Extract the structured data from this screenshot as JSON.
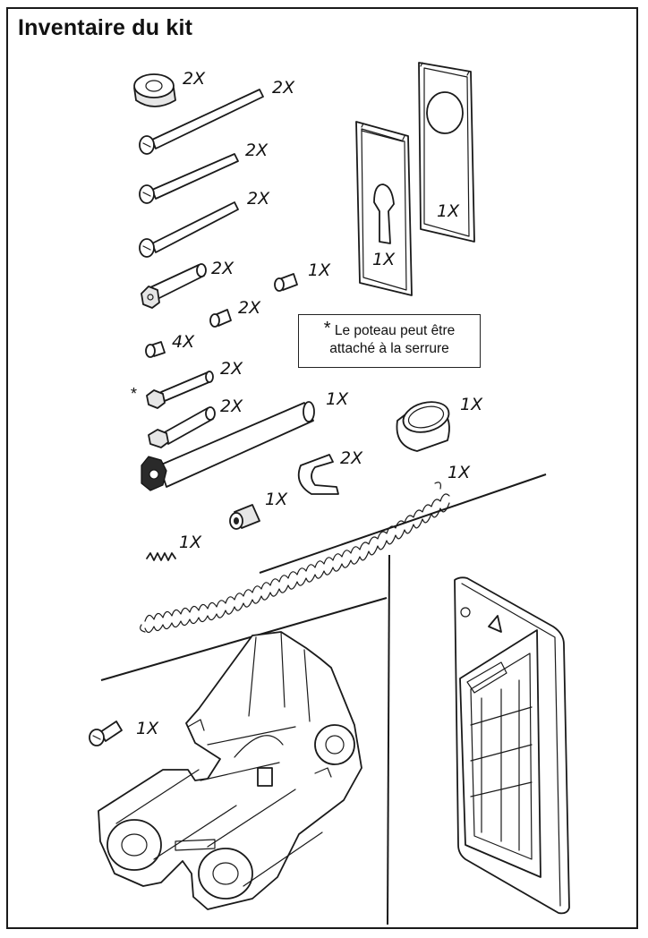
{
  "title": "Inventaire du kit",
  "note": {
    "star": "*",
    "line1": "Le poteau peut être",
    "line2": "attaché à la serrure"
  },
  "quantities": {
    "spacer": "2X",
    "screw_long_1": "2X",
    "screw_long_2": "2X",
    "screw_long_3": "2X",
    "hex_standoff": "2X",
    "small_screw_a": "1X",
    "small_screw_b": "2X",
    "small_screw_c": "4X",
    "post_1": "2X",
    "post_2": "2X",
    "spindle": "1X",
    "clip": "2X",
    "ring": "1X",
    "long_spring": "1X",
    "sleeve": "1X",
    "short_spring": "1X",
    "plate_keyhole": "1X",
    "plate_round": "1X",
    "battery_screw": "1X"
  },
  "marker": "*"
}
